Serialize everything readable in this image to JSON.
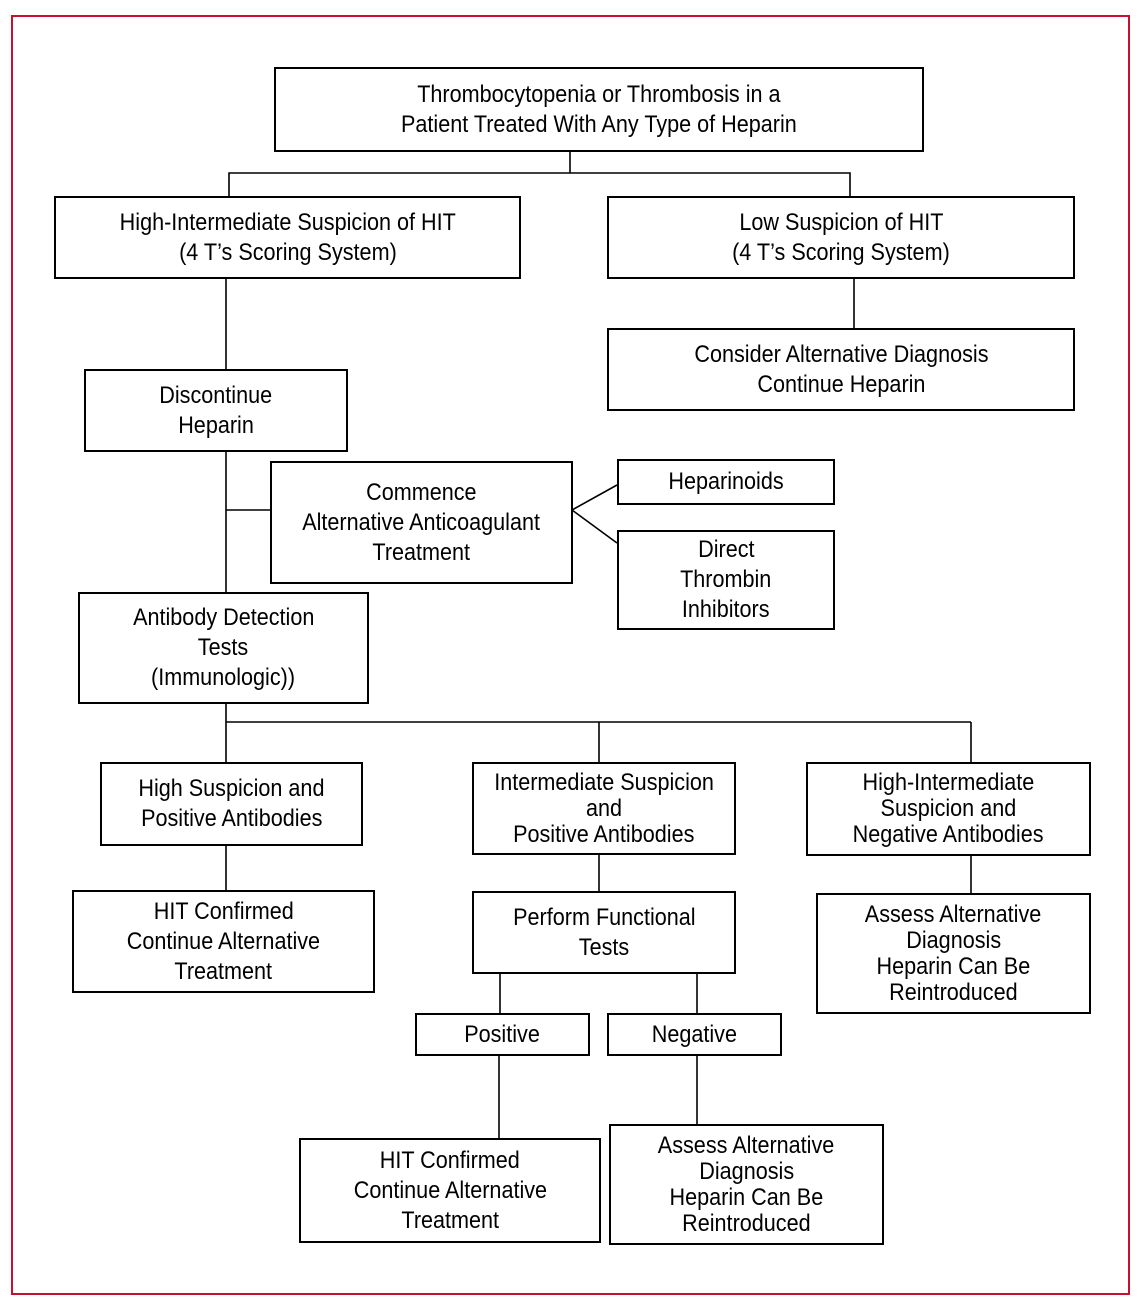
{
  "colors": {
    "frame": "#c8102e",
    "line": "#000000",
    "box_fill": "#ffffff"
  },
  "nodes": {
    "root": {
      "lines": [
        "Thrombocytopenia or Thrombosis in a",
        "Patient Treated With Any Type of Heparin"
      ]
    },
    "high_intermediate": {
      "lines": [
        "High-Intermediate Suspicion of HIT",
        "(4 T’s Scoring System)"
      ]
    },
    "low": {
      "lines": [
        "Low Suspicion of HIT",
        "(4 T’s Scoring System)"
      ]
    },
    "consider_alt": {
      "lines": [
        "Consider Alternative Diagnosis",
        "Continue Heparin"
      ]
    },
    "discontinue": {
      "lines": [
        "Discontinue",
        "Heparin"
      ]
    },
    "commence": {
      "lines": [
        "Commence",
        "Alternative Anticoagulant",
        "Treatment"
      ]
    },
    "heparinoids": {
      "lines": [
        "Heparinoids"
      ]
    },
    "direct_thrombin": {
      "lines": [
        "Direct",
        "Thrombin",
        "Inhibitors"
      ]
    },
    "antibody_tests": {
      "lines": [
        "Antibody Detection",
        "Tests",
        "(Immunologic))"
      ]
    },
    "high_positive": {
      "lines": [
        "High Suspicion and",
        "Positive Antibodies"
      ]
    },
    "intermediate_positive": {
      "lines": [
        "Intermediate Suspicion",
        "and",
        "Positive Antibodies"
      ]
    },
    "hi_negative": {
      "lines": [
        "High-Intermediate",
        "Suspicion and",
        "Negative Antibodies"
      ]
    },
    "hit_confirmed_1": {
      "lines": [
        "HIT Confirmed",
        "Continue Alternative",
        "Treatment"
      ]
    },
    "functional_tests": {
      "lines": [
        "Perform Functional",
        "Tests"
      ]
    },
    "assess_alt_1": {
      "lines": [
        "Assess Alternative",
        "Diagnosis",
        "Heparin Can Be",
        "Reintroduced"
      ]
    },
    "positive": {
      "lines": [
        "Positive"
      ]
    },
    "negative": {
      "lines": [
        "Negative"
      ]
    },
    "hit_confirmed_2": {
      "lines": [
        "HIT Confirmed",
        "Continue Alternative",
        "Treatment"
      ]
    },
    "assess_alt_2": {
      "lines": [
        "Assess Alternative",
        "Diagnosis",
        "Heparin Can Be",
        "Reintroduced"
      ]
    }
  }
}
